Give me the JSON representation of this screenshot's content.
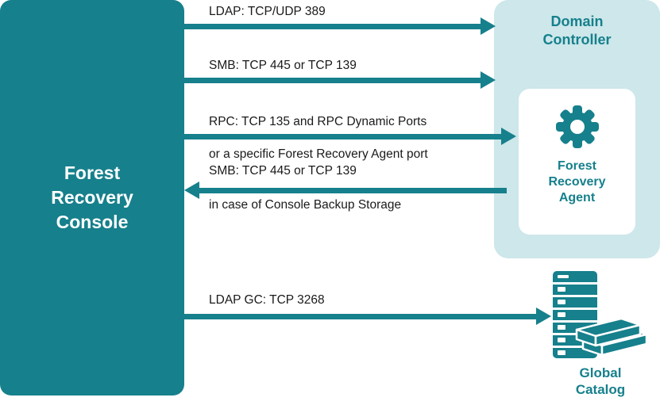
{
  "colors": {
    "teal": "#16808C",
    "light_teal": "#CDE7EA",
    "label_text": "#1A1A1A",
    "white": "#FFFFFF"
  },
  "console": {
    "label": "Forest Recovery Console"
  },
  "domain_controller": {
    "title": "Domain Controller"
  },
  "agent": {
    "label": "Forest Recovery Agent",
    "icon": "gear-icon"
  },
  "global_catalog": {
    "label": "Global Catalog",
    "icon": "server-books-icon"
  },
  "arrows": [
    {
      "name": "ldap",
      "label": "LDAP: TCP/UDP 389",
      "direction": "right"
    },
    {
      "name": "smb",
      "label": "SMB: TCP 445 or TCP 139",
      "direction": "right"
    },
    {
      "name": "rpc",
      "label": "RPC: TCP 135 and RPC Dynamic Ports",
      "label2": "or a specific Forest Recovery Agent port",
      "direction": "right"
    },
    {
      "name": "smb-backup",
      "label": "SMB: TCP 445 or TCP 139",
      "label2": "in case of Console Backup Storage",
      "direction": "left"
    },
    {
      "name": "ldap-gc",
      "label": "LDAP GC: TCP 3268",
      "direction": "right"
    }
  ]
}
